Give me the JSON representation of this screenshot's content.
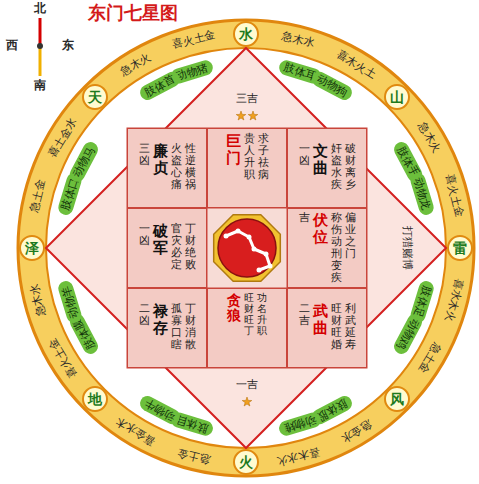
{
  "diagram": {
    "title": "东门七星图",
    "nodes": [
      {
        "text": [
          "水"
        ]
      },
      {
        "text": [
          "山"
        ]
      },
      {
        "text": [
          "雷"
        ]
      },
      {
        "text": [
          "风"
        ]
      },
      {
        "text": [
          "火"
        ]
      },
      {
        "text": [
          "地"
        ]
      },
      {
        "text": [
          "泽"
        ]
      },
      {
        "text": [
          "天"
        ]
      },
      {
        "text": [
          "动物猪"
        ]
      },
      {
        "text": [
          "肢体耳"
        ]
      },
      {
        "text": [
          "动物狗"
        ]
      },
      {
        "text": [
          "肢体手"
        ]
      },
      {
        "text": [
          "动物龙"
        ]
      },
      {
        "text": [
          "肢体足"
        ]
      },
      {
        "text": [
          "动物鸡"
        ]
      },
      {
        "text": [
          "肢体股"
        ]
      },
      {
        "text": [
          "动物雉"
        ]
      },
      {
        "text": [
          "肢体目"
        ]
      },
      {
        "text": [
          "动物牛"
        ]
      },
      {
        "text": [
          "肢体腹"
        ]
      },
      {
        "text": [
          "动物羊"
        ]
      },
      {
        "text": [
          "肢体口"
        ]
      },
      {
        "text": [
          "动物马"
        ]
      },
      {
        "text": [
          "肢体首"
        ]
      },
      {
        "text": [
          "三凶",
          "廉贞",
          "火盗心痛",
          "性逆横祸"
        ]
      },
      {
        "text": [
          "三吉",
          "巨门",
          "贵人升职",
          "求子祛病"
        ]
      },
      {
        "text": [
          "一凶",
          "文曲",
          "奸盗水疾",
          "破财离乡"
        ]
      },
      {
        "text": [
          "一凶",
          "破军",
          "官灾必定",
          "丁财绝败"
        ]
      },
      {
        "text": [
          "吉",
          "伏位",
          "称伤动刑变疾",
          "偏业之门"
        ]
      },
      {
        "text": [
          "二凶",
          "禄存",
          "孤寡口瞎",
          "丁财消散"
        ]
      },
      {
        "text": [
          "一吉",
          "贪狼",
          "旺财旺丁",
          "功名升职"
        ]
      },
      {
        "text": [
          "二吉",
          "武曲",
          "旺财旺婚",
          "利武延寿"
        ]
      }
    ],
    "labels": [
      "北",
      "西",
      "东",
      "南",
      "急木水",
      "喜木火土",
      "急木火",
      "喜火土金",
      "喜水木火",
      "急土金",
      "急金水",
      "喜木水火",
      "急土金",
      "喜金水木",
      "喜火土金",
      "急木水",
      "急土金",
      "喜土金水",
      "急木火",
      "喜火土金",
      "打猎赌博"
    ]
  }
}
